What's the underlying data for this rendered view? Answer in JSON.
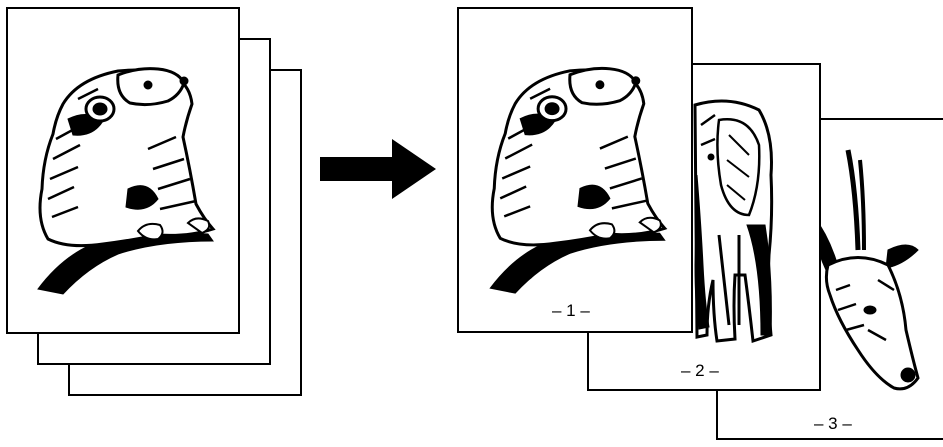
{
  "diagram": {
    "input_stack": {
      "sheet_count": 3,
      "front_illustration": "pika-illustration"
    },
    "arrow": {
      "icon": "right-arrow-icon",
      "color": "#000000"
    },
    "output_pages": [
      {
        "label": "– 1 –",
        "illustration": "pika-illustration"
      },
      {
        "label": "– 2 –",
        "illustration": "elephant-illustration"
      },
      {
        "label": "– 3 –",
        "illustration": "antelope-illustration"
      }
    ]
  }
}
